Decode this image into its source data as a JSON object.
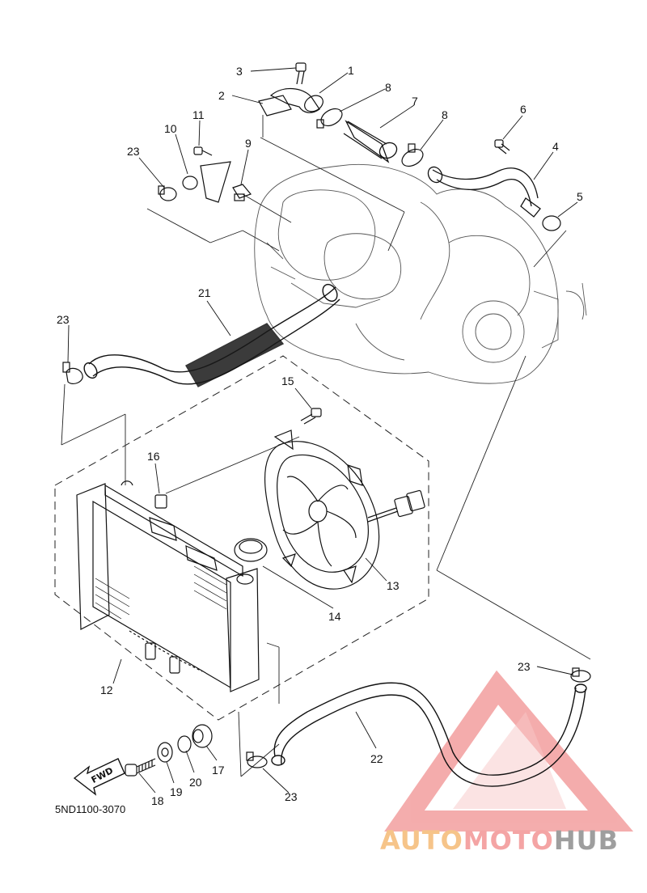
{
  "diagram": {
    "code": "5ND1100-3070",
    "fwd_label": "FWD",
    "callouts": [
      "1",
      "2",
      "3",
      "4",
      "5",
      "6",
      "7",
      "8",
      "8",
      "9",
      "10",
      "11",
      "23",
      "21",
      "23",
      "15",
      "16",
      "12",
      "13",
      "14",
      "17",
      "18",
      "19",
      "20",
      "22",
      "23",
      "23"
    ]
  },
  "watermark": {
    "auto": "AUTO",
    "moto": "MOTO",
    "hub": "HUB",
    "colors": {
      "auto": "#f6c489",
      "moto": "#f4a4a4",
      "hub": "#9e9e9e",
      "triangle": "#f08a8a"
    }
  }
}
